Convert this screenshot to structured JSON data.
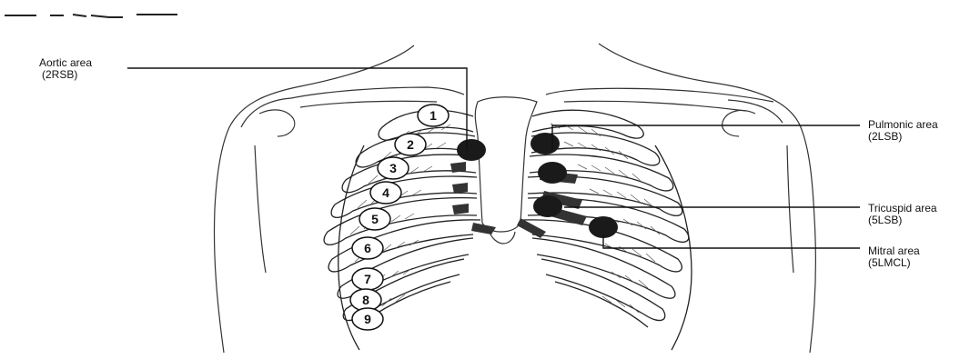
{
  "labels": {
    "aortic": {
      "title": "Aortic area",
      "sub": "(2RSB)"
    },
    "pulmonic": {
      "title": "Pulmonic area",
      "sub": "(2LSB)"
    },
    "tricuspid": {
      "title": "Tricuspid area",
      "sub": "(5LSB)"
    },
    "mitral": {
      "title": "Mitral area",
      "sub": "(5LMCL)"
    }
  },
  "ribs": [
    "1",
    "2",
    "3",
    "4",
    "5",
    "6",
    "7",
    "8",
    "9"
  ],
  "colors": {
    "line": "#111111",
    "dot": "#1a1a1a",
    "shade": "#333333"
  }
}
